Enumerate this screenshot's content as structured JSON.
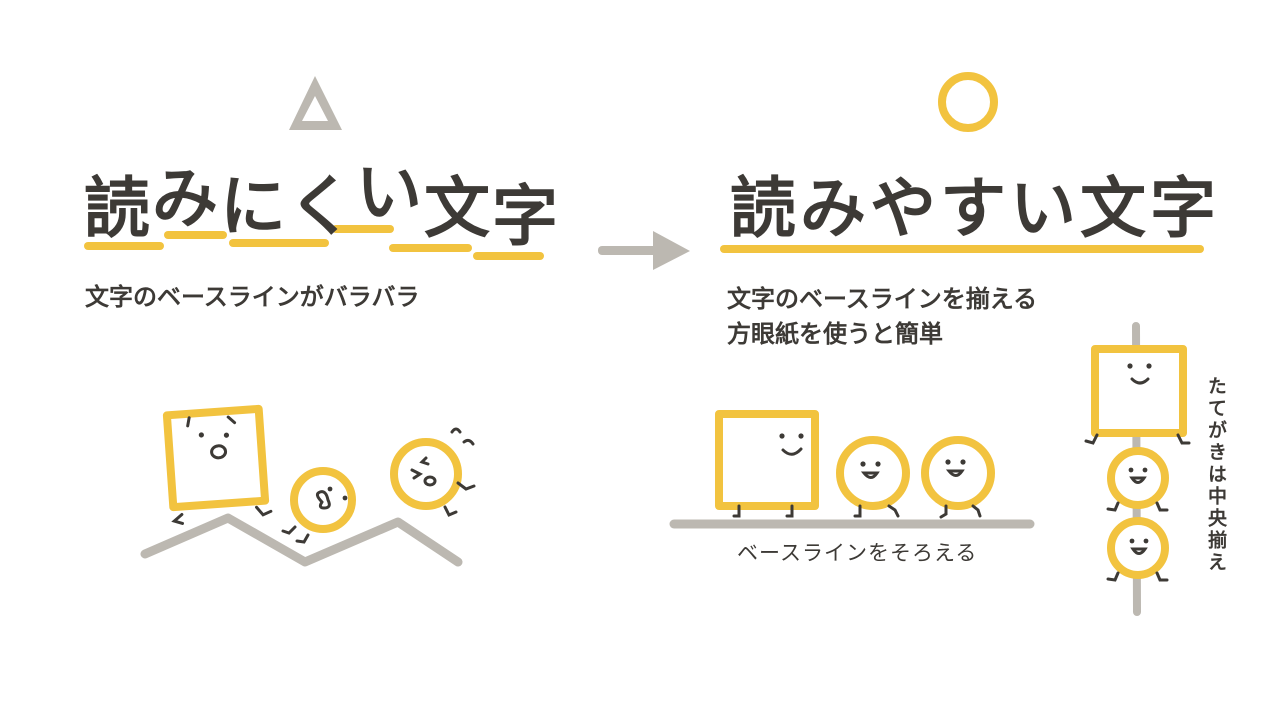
{
  "colors": {
    "accent_yellow": "#f2c33f",
    "neutral_gray": "#bcb8b1",
    "ink": "#3d3a36",
    "background": "#ffffff"
  },
  "left_panel": {
    "rating_icon": "triangle-icon",
    "rating_meaning": "△ (so-so)",
    "title_chars": [
      "読",
      "み",
      "に",
      "く",
      "い",
      "文",
      "字"
    ],
    "title": "読みにくい文字",
    "subtitle": "文字のベースラインがバラバラ",
    "illustration": {
      "characters": [
        "square-character-surprised",
        "circle-character-scared",
        "circle-character-dizzy"
      ],
      "ground": "zigzag-line"
    }
  },
  "arrow": {
    "icon": "right-arrow-icon"
  },
  "right_panel": {
    "rating_icon": "circle-icon",
    "rating_meaning": "○ (good)",
    "title": "読みやすい文字",
    "subtitle_lines": [
      "文字のベースラインを揃える",
      "方眼紙を使うと簡単"
    ],
    "illustration_horizontal": {
      "characters": [
        "square-character-smiling",
        "circle-character-smiling",
        "circle-character-smiling"
      ],
      "ground": "straight-baseline",
      "label": "ベースラインをそろえる"
    },
    "illustration_vertical": {
      "characters": [
        "square-character-smiling",
        "circle-character-smiling",
        "circle-character-smiling"
      ],
      "axis": "vertical-center-line",
      "label": "たてがきは中央揃え"
    }
  }
}
